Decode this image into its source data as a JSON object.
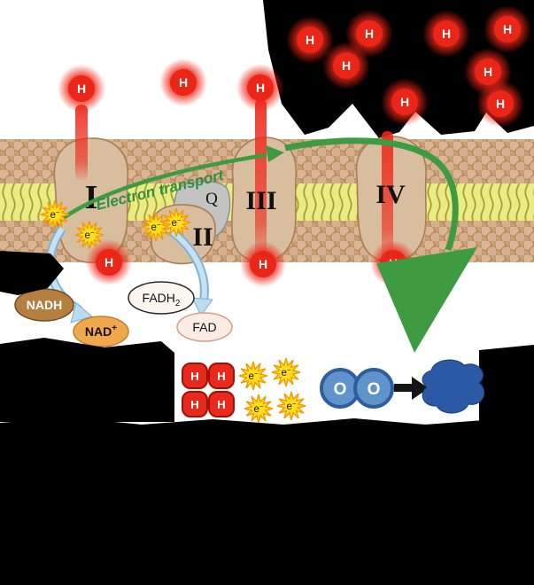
{
  "diagram": {
    "arrow_label": "Electron transport",
    "complex_labels": {
      "i": "I",
      "ii": "II",
      "iii": "III",
      "iv": "IV"
    },
    "carrier_q": "Q",
    "proton_label": "H",
    "oxygen_label": "O",
    "electron": {
      "base": "e",
      "sup": "−"
    },
    "nadh": "NADH",
    "nad": {
      "base": "NAD",
      "sup": "+"
    },
    "fadh2": {
      "base": "FADH",
      "sub": "2"
    },
    "fad": "FAD",
    "colors": {
      "proton_red": "#e92617",
      "membrane_head_tan": "#d7b08d",
      "membrane_tail_yellow": "#ebeb85",
      "complex_tan": "#d9bd9f",
      "carrier_gray": "#c3c3c1",
      "electron_yellow": "#ffdf1b",
      "arrow_green": "#3f9b41",
      "nadh_brown": "#b5803f",
      "nad_orange": "#f0a84d",
      "oxygen_blue": "#6093cc",
      "water_blue": "#2b59a5",
      "blue_arrow": "#b9dcee",
      "blackout": "#000000"
    }
  }
}
